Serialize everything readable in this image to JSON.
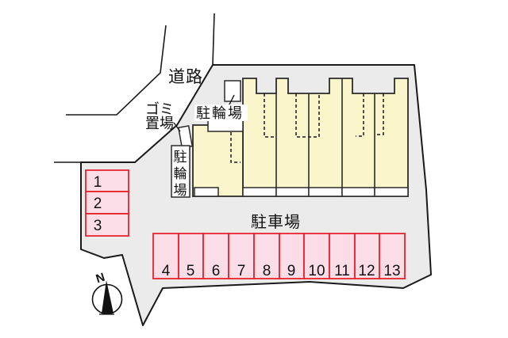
{
  "map": {
    "road_label": "道路",
    "garbage_label": {
      "line1": "ゴミ",
      "line2": "置場"
    },
    "bicycle_parking_label": "駐輪場",
    "bicycle_parking_side_chars": [
      "駐",
      "輪",
      "場"
    ],
    "car_parking_label": "駐車場",
    "compass": {
      "north_label": "N"
    },
    "parking_left_numbers": [
      "1",
      "2",
      "3"
    ],
    "parking_row_numbers": [
      "4",
      "5",
      "6",
      "7",
      "8",
      "9",
      "10",
      "11",
      "12",
      "13"
    ]
  },
  "colors": {
    "site_fill": "#ebebeb",
    "building_fill": "#fbf5cb",
    "parking_fill": "#fbdde8",
    "parking_border": "#e8232b",
    "line": "#1a1a1a"
  }
}
